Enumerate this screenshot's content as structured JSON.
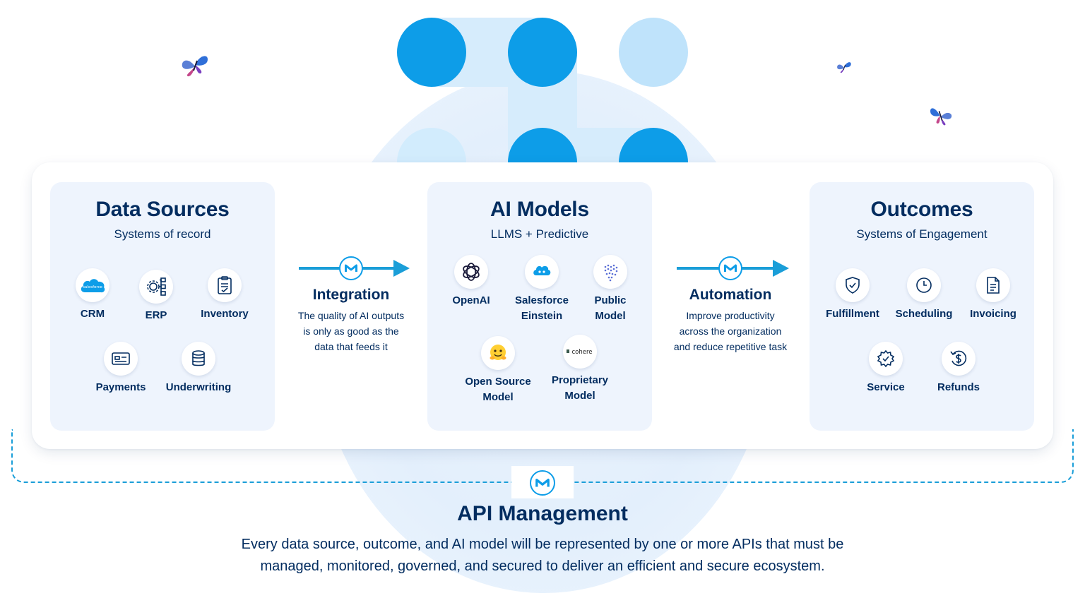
{
  "data_sources": {
    "title": "Data Sources",
    "subtitle": "Systems of record",
    "items": [
      {
        "label": "CRM",
        "icon": "salesforce-cloud-icon",
        "logo_text": "salesforce"
      },
      {
        "label": "ERP",
        "icon": "erp-gear-icon"
      },
      {
        "label": "Inventory",
        "icon": "clipboard-icon"
      },
      {
        "label": "Payments",
        "icon": "card-icon"
      },
      {
        "label": "Underwriting",
        "icon": "database-icon"
      }
    ]
  },
  "integration": {
    "title": "Integration",
    "description_lines": [
      "The quality of AI outputs",
      "is only as good as the",
      "data that feeds it"
    ]
  },
  "ai_models": {
    "title": "AI Models",
    "subtitle": "LLMS + Predictive",
    "items": [
      {
        "label_lines": [
          "OpenAI"
        ],
        "icon": "openai-icon"
      },
      {
        "label_lines": [
          "Salesforce",
          "Einstein"
        ],
        "icon": "einstein-icon"
      },
      {
        "label_lines": [
          "Public",
          "Model"
        ],
        "icon": "public-model-icon"
      },
      {
        "label_lines": [
          "Open Source",
          "Model"
        ],
        "icon": "hugging-face-icon"
      },
      {
        "label_lines": [
          "Proprietary",
          "Model"
        ],
        "icon": "cohere-logo-icon",
        "logo_text": "cohere"
      }
    ]
  },
  "automation": {
    "title": "Automation",
    "description_lines": [
      "Improve productivity",
      "across the organization",
      "and reduce repetitive task"
    ]
  },
  "outcomes": {
    "title": "Outcomes",
    "subtitle": "Systems of Engagement",
    "items": [
      {
        "label": "Fulfillment",
        "icon": "shield-check-icon"
      },
      {
        "label": "Scheduling",
        "icon": "clock-icon"
      },
      {
        "label": "Invoicing",
        "icon": "document-icon"
      },
      {
        "label": "Service",
        "icon": "service-gear-icon"
      },
      {
        "label": "Refunds",
        "icon": "refund-dollar-icon"
      }
    ]
  },
  "api_management": {
    "title": "API Management",
    "description_lines": [
      "Every data source, outcome, and AI model will be represented by one or more APIs that must be",
      "managed, monitored, governed, and secured to deliver an efficient and secure ecosystem."
    ]
  },
  "colors": {
    "navy": "#032d60",
    "brand_blue": "#0d9de8",
    "panel_bg": "#eef4fd",
    "light_blue": "#bfe3fb"
  }
}
